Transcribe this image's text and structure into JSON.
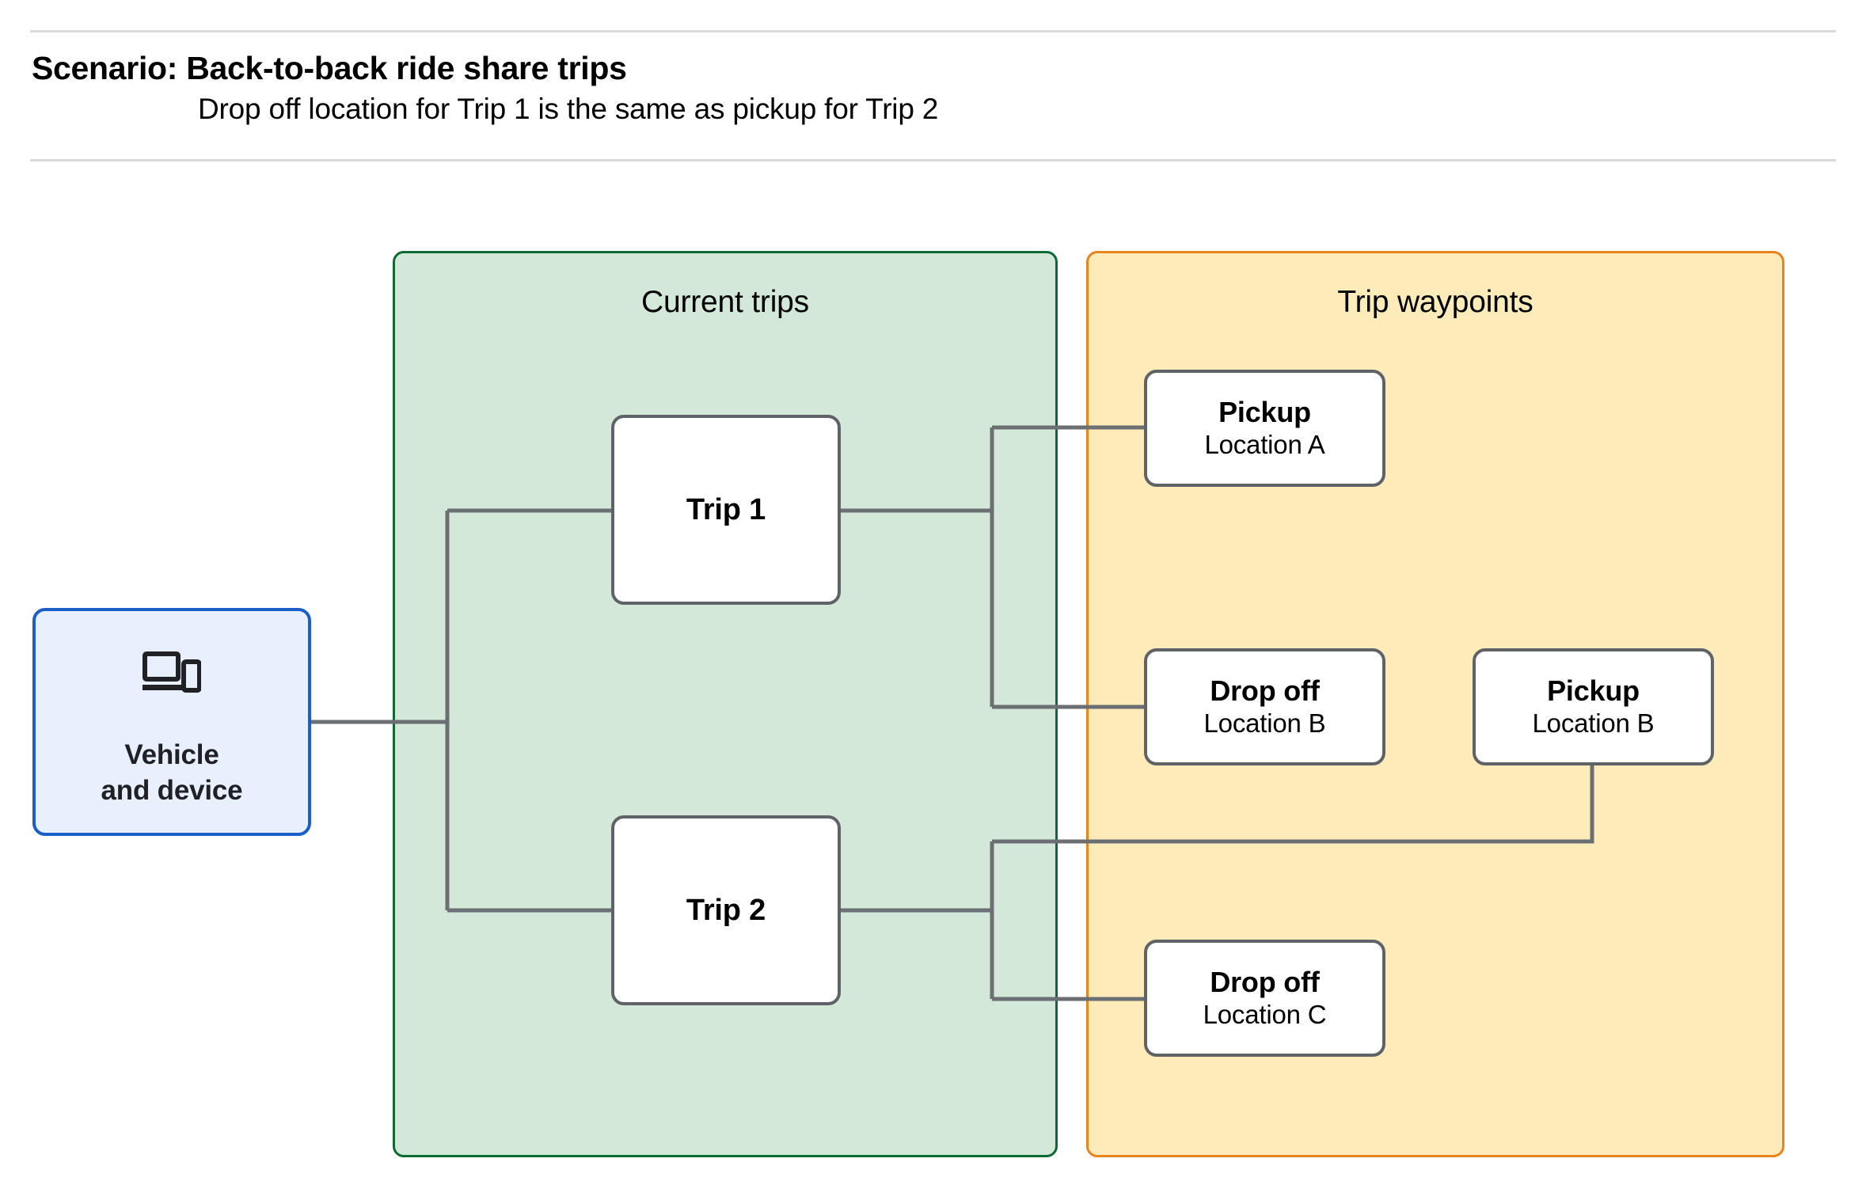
{
  "header": {
    "title": "Scenario: Back-to-back ride share trips",
    "subtitle": "Drop off  location for Trip 1 is the same as pickup for Trip 2"
  },
  "groups": {
    "trips": {
      "title": "Current trips",
      "fill": "#d3e8d8",
      "border": "#0c6b33"
    },
    "waypoints": {
      "title": "Trip waypoints",
      "fill": "#fdecb9",
      "border": "#e8831d"
    }
  },
  "vehicle": {
    "icon": "laptop-and-phone-icon",
    "label": "Vehicle\nand device",
    "fill": "#e8f0fe",
    "border": "#1a5fc8"
  },
  "trips": [
    {
      "label": "Trip 1"
    },
    {
      "label": "Trip 2"
    }
  ],
  "waypoints": [
    {
      "title": "Pickup",
      "subtitle": "Location A"
    },
    {
      "title": "Drop off",
      "subtitle": "Location B"
    },
    {
      "title": "Pickup",
      "subtitle": "Location B"
    },
    {
      "title": "Drop off",
      "subtitle": "Location C"
    }
  ],
  "connector_color": "#6b6f73"
}
